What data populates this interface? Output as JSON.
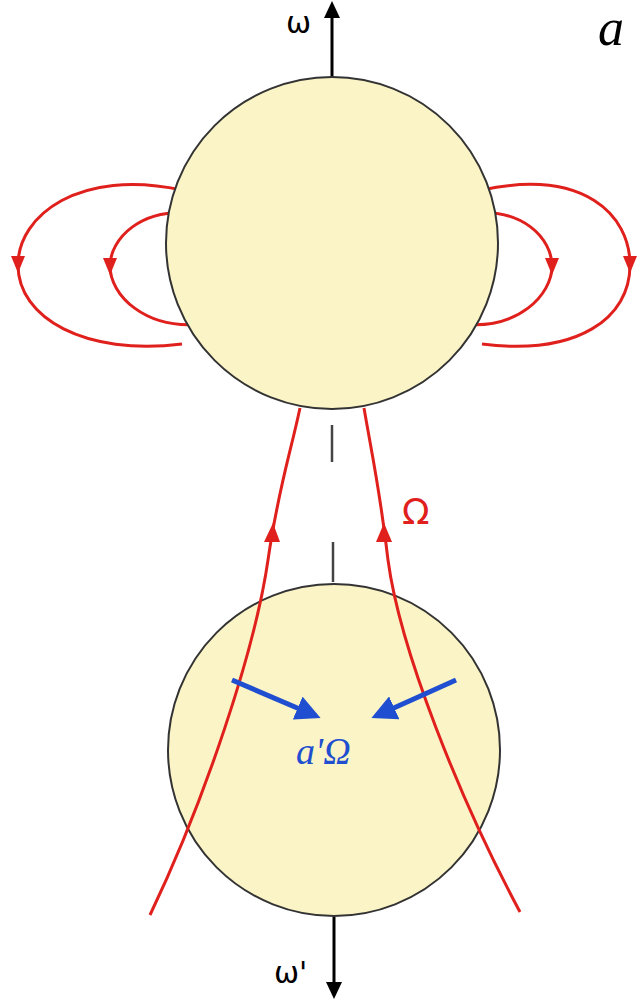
{
  "diagram": {
    "labels": [
      "a",
      "ω",
      "Ω",
      "a'Ω",
      "ω'"
    ]
  }
}
